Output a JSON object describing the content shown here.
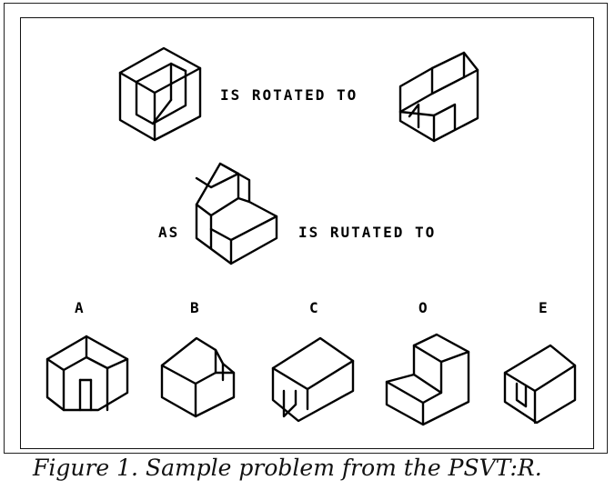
{
  "figure": {
    "rotation_label_1": "IS ROTATED TO",
    "as_label": "AS",
    "rotation_label_2": "IS RUTATED TO",
    "options": [
      {
        "key": "a",
        "label": "A"
      },
      {
        "key": "b",
        "label": "B"
      },
      {
        "key": "c",
        "label": "C"
      },
      {
        "key": "d",
        "label": "O"
      },
      {
        "key": "e",
        "label": "E"
      }
    ]
  },
  "caption": "Figure 1. Sample problem from the PSVT:R."
}
